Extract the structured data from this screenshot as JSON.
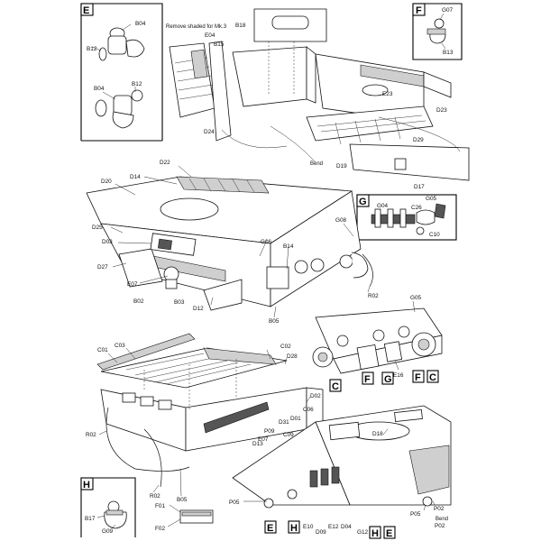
{
  "title": "",
  "notes": {
    "remove_shaded": "Remove shaded for Mk.3",
    "bend_1": "Bend",
    "bend_2": "Bend"
  },
  "inset_letters": {
    "e1": "E",
    "f1": "F",
    "g1": "G",
    "h1": "H"
  },
  "step_letters": {
    "c1": "C",
    "f2": "F",
    "g2": "G",
    "f3": "F",
    "c2": "C",
    "e2": "E",
    "h2": "H",
    "h3": "H",
    "e3": "E"
  },
  "labels": {
    "b04_a": "B04",
    "b12_a": "B12",
    "b04_b": "B04",
    "b12_b": "B12",
    "b18": "B18",
    "e04": "E04",
    "b15": "B15",
    "d24": "D24",
    "e23": "E23",
    "d23": "D23",
    "d29": "D29",
    "d19": "D19",
    "d17": "D17",
    "g07": "G07",
    "b13": "B13",
    "d22": "D22",
    "d14": "D14",
    "d20": "D20",
    "d25": "D25",
    "d03": "D03",
    "d27": "D27",
    "e07_a": "E07",
    "b02": "B02",
    "b03": "B03",
    "d12": "D12",
    "g06": "G06",
    "b14": "B14",
    "g08": "G08",
    "r02_a": "R02",
    "b05_a": "B05",
    "g04": "G04",
    "g05_a": "G05",
    "c26": "C26",
    "c10": "C10",
    "g05_b": "G05",
    "e16": "E16",
    "c01": "C01",
    "c03": "C03",
    "c02": "C02",
    "d28": "D28",
    "d02": "D02",
    "c06": "C06",
    "d01": "D01",
    "d31": "D31",
    "c09": "C09",
    "p09": "P09",
    "d13": "D13",
    "e07_b": "E07",
    "r02_b": "R02",
    "r02_c": "R02",
    "b05_b": "B05",
    "d18": "D18",
    "p05_a": "P05",
    "f01": "F01",
    "f02": "F02",
    "b17": "B17",
    "g09": "G09",
    "e10": "E10",
    "d09": "D09",
    "e12": "E12",
    "d04": "D04",
    "g12": "G12",
    "p02_a": "P02",
    "p02_b": "P02",
    "p05_b": "P05"
  },
  "colors": {
    "ink": "#111111",
    "shade": "#cfcfcf",
    "dark": "#555555",
    "paper": "#ffffff"
  }
}
